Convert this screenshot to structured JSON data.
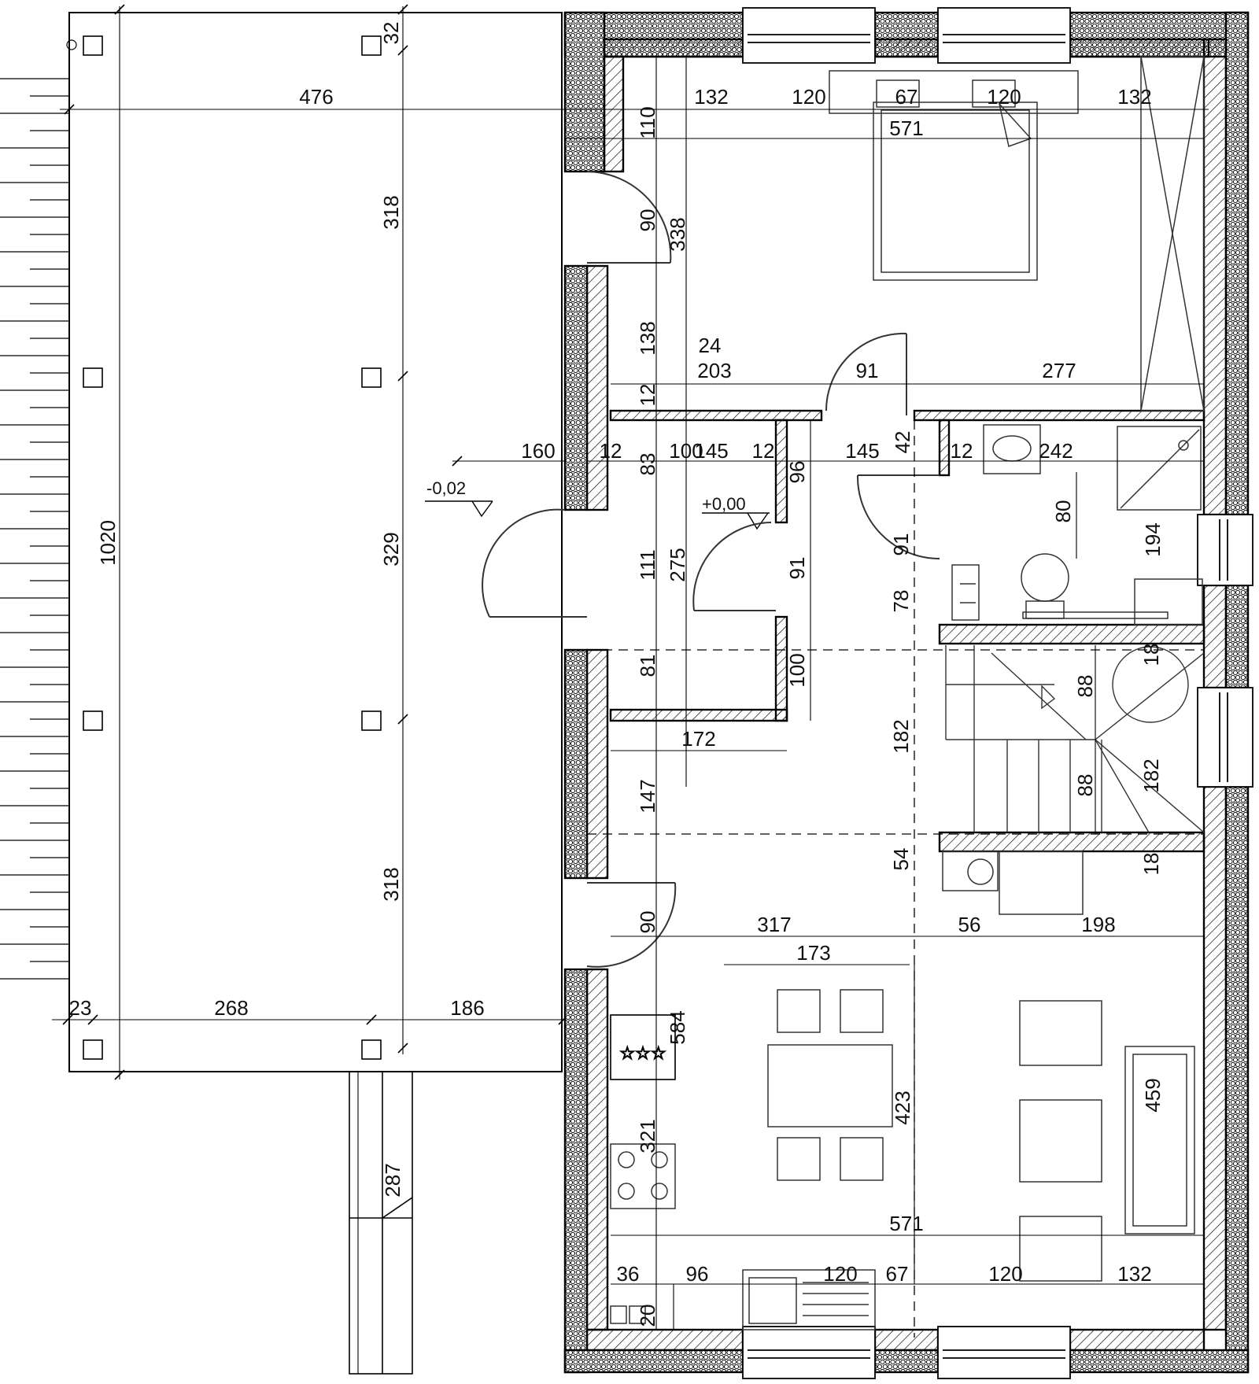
{
  "plan": {
    "elevations": {
      "terrace": "-0,02",
      "floor": "+0,00"
    },
    "dims": {
      "terrace_width": "476",
      "terrace_height": "1020",
      "terrace_top_offset": "32",
      "terrace_seg_1": "318",
      "terrace_seg_2": "329",
      "terrace_seg_3": "318",
      "terrace_bottom_1": "23",
      "terrace_bottom_2": "268",
      "terrace_bottom_3": "186",
      "stair_len": "287",
      "top_132a": "132",
      "top_120a": "120",
      "top_67": "67",
      "top_120b": "120",
      "top_132b": "132",
      "bed_571": "571",
      "v_110": "110",
      "v_90a": "90",
      "v_338": "338",
      "v_138": "138",
      "v_12a": "12",
      "h_24": "24",
      "h_203": "203",
      "h_91": "91",
      "h_277": "277",
      "h_160": "160",
      "h_12b": "12",
      "h_100": "100",
      "h_145a": "145",
      "h_12c": "12",
      "h_145b": "145",
      "h_42": "42",
      "h_12d": "12",
      "h_242": "242",
      "v_83": "83",
      "v_96": "96",
      "v_80": "80",
      "v_194": "194",
      "v_111": "111",
      "v_275": "275",
      "v_91a": "91",
      "v_91b": "91",
      "v_78": "78",
      "v_81": "81",
      "v_100": "100",
      "v_88a": "88",
      "v_18a": "18",
      "h_172": "172",
      "v_182a": "182",
      "v_88b": "88",
      "v_182b": "182",
      "v_147": "147",
      "v_54": "54",
      "v_18b": "18",
      "v_90b": "90",
      "h_317": "317",
      "h_56": "56",
      "h_198": "198",
      "h_173": "173",
      "v_584": "584",
      "v_423": "423",
      "v_459": "459",
      "v_321": "321",
      "bot_571": "571",
      "bot_36": "36",
      "bot_96": "96",
      "bot_120a": "120",
      "bot_67": "67",
      "bot_120b": "120",
      "bot_132": "132",
      "bot_20": "20"
    }
  }
}
